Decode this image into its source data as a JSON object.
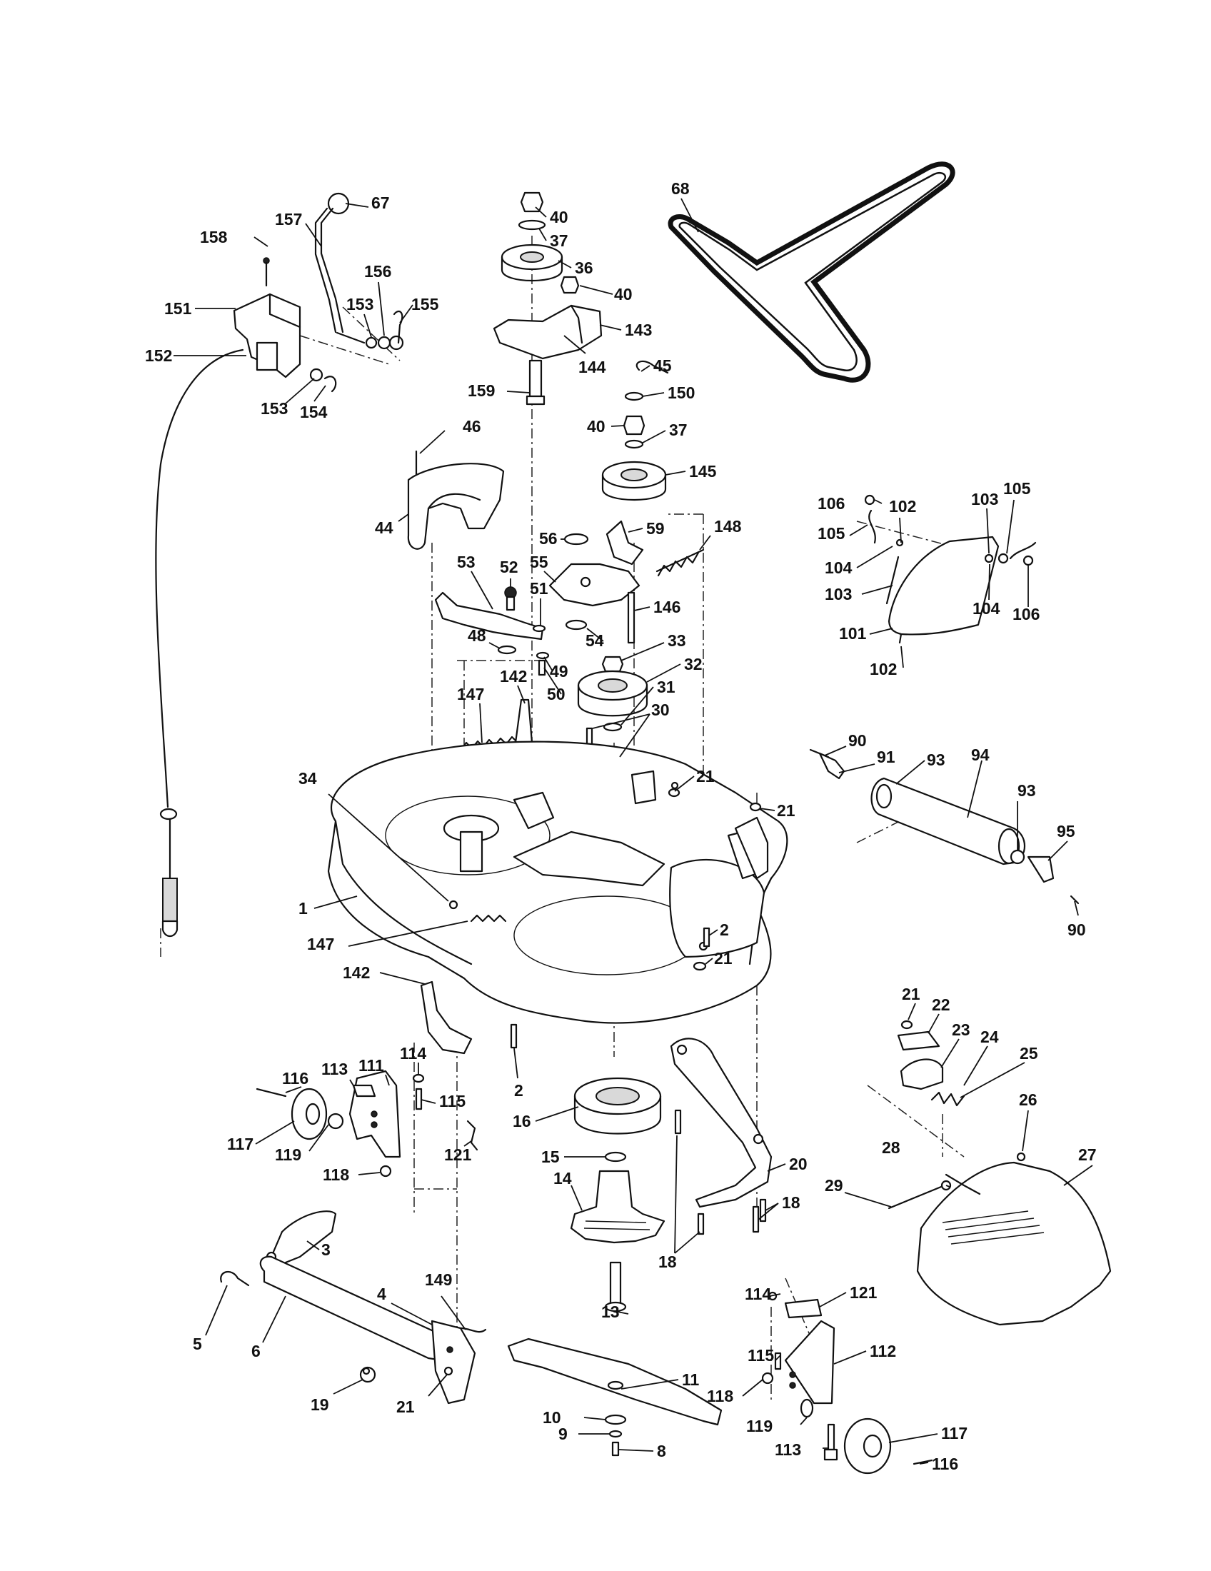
{
  "colors": {
    "ink": "#111111",
    "paper": "#ffffff",
    "shade": "#d9d9d9"
  },
  "callouts": [
    {
      "id": "c67",
      "label": "67"
    },
    {
      "id": "c157",
      "label": "157"
    },
    {
      "id": "c158",
      "label": "158"
    },
    {
      "id": "c151",
      "label": "151"
    },
    {
      "id": "c156",
      "label": "156"
    },
    {
      "id": "c153a",
      "label": "153"
    },
    {
      "id": "c155",
      "label": "155"
    },
    {
      "id": "c152",
      "label": "152"
    },
    {
      "id": "c153b",
      "label": "153"
    },
    {
      "id": "c154",
      "label": "154"
    },
    {
      "id": "c40a",
      "label": "40"
    },
    {
      "id": "c37a",
      "label": "37"
    },
    {
      "id": "c36",
      "label": "36"
    },
    {
      "id": "c40b",
      "label": "40"
    },
    {
      "id": "c143",
      "label": "143"
    },
    {
      "id": "c144",
      "label": "144"
    },
    {
      "id": "c159",
      "label": "159"
    },
    {
      "id": "c68",
      "label": "68"
    },
    {
      "id": "c45",
      "label": "45"
    },
    {
      "id": "c150",
      "label": "150"
    },
    {
      "id": "c40c",
      "label": "40"
    },
    {
      "id": "c37b",
      "label": "37"
    },
    {
      "id": "c145",
      "label": "145"
    },
    {
      "id": "c46",
      "label": "46"
    },
    {
      "id": "c44",
      "label": "44"
    },
    {
      "id": "c56",
      "label": "56"
    },
    {
      "id": "c59",
      "label": "59"
    },
    {
      "id": "c148",
      "label": "148"
    },
    {
      "id": "c53",
      "label": "53"
    },
    {
      "id": "c52",
      "label": "52"
    },
    {
      "id": "c55",
      "label": "55"
    },
    {
      "id": "c51",
      "label": "51"
    },
    {
      "id": "c146",
      "label": "146"
    },
    {
      "id": "c54",
      "label": "54"
    },
    {
      "id": "c48",
      "label": "48"
    },
    {
      "id": "c33",
      "label": "33"
    },
    {
      "id": "c49",
      "label": "49"
    },
    {
      "id": "c32",
      "label": "32"
    },
    {
      "id": "c50",
      "label": "50"
    },
    {
      "id": "c31",
      "label": "31"
    },
    {
      "id": "c147a",
      "label": "147"
    },
    {
      "id": "c142a",
      "label": "142"
    },
    {
      "id": "c30",
      "label": "30"
    },
    {
      "id": "c106a",
      "label": "106"
    },
    {
      "id": "c102a",
      "label": "102"
    },
    {
      "id": "c103a",
      "label": "103"
    },
    {
      "id": "c105a",
      "label": "105"
    },
    {
      "id": "c105b",
      "label": "105"
    },
    {
      "id": "c104a",
      "label": "104"
    },
    {
      "id": "c103b",
      "label": "103"
    },
    {
      "id": "c104b",
      "label": "104"
    },
    {
      "id": "c106b",
      "label": "106"
    },
    {
      "id": "c101",
      "label": "101"
    },
    {
      "id": "c102b",
      "label": "102"
    },
    {
      "id": "c90a",
      "label": "90"
    },
    {
      "id": "c91",
      "label": "91"
    },
    {
      "id": "c93a",
      "label": "93"
    },
    {
      "id": "c94",
      "label": "94"
    },
    {
      "id": "c93b",
      "label": "93"
    },
    {
      "id": "c95",
      "label": "95"
    },
    {
      "id": "c90b",
      "label": "90"
    },
    {
      "id": "c34",
      "label": "34"
    },
    {
      "id": "c21a",
      "label": "21"
    },
    {
      "id": "c21b",
      "label": "21"
    },
    {
      "id": "c1",
      "label": "1"
    },
    {
      "id": "c147b",
      "label": "147"
    },
    {
      "id": "c2a",
      "label": "2"
    },
    {
      "id": "c21c",
      "label": "21"
    },
    {
      "id": "c142b",
      "label": "142"
    },
    {
      "id": "c21d",
      "label": "21"
    },
    {
      "id": "c22",
      "label": "22"
    },
    {
      "id": "c23",
      "label": "23"
    },
    {
      "id": "c24",
      "label": "24"
    },
    {
      "id": "c25",
      "label": "25"
    },
    {
      "id": "c26",
      "label": "26"
    },
    {
      "id": "c116a",
      "label": "116"
    },
    {
      "id": "c113a",
      "label": "113"
    },
    {
      "id": "c111",
      "label": "111"
    },
    {
      "id": "c114a",
      "label": "114"
    },
    {
      "id": "c115a",
      "label": "115"
    },
    {
      "id": "c2b",
      "label": "2"
    },
    {
      "id": "c16",
      "label": "16"
    },
    {
      "id": "c117a",
      "label": "117"
    },
    {
      "id": "c119a",
      "label": "119"
    },
    {
      "id": "c121a",
      "label": "121"
    },
    {
      "id": "c118a",
      "label": "118"
    },
    {
      "id": "c15",
      "label": "15"
    },
    {
      "id": "c14",
      "label": "14"
    },
    {
      "id": "c20",
      "label": "20"
    },
    {
      "id": "c28",
      "label": "28"
    },
    {
      "id": "c27",
      "label": "27"
    },
    {
      "id": "c29",
      "label": "29"
    },
    {
      "id": "c18a",
      "label": "18"
    },
    {
      "id": "c18b",
      "label": "18"
    },
    {
      "id": "c3",
      "label": "3"
    },
    {
      "id": "c149",
      "label": "149"
    },
    {
      "id": "c4",
      "label": "4"
    },
    {
      "id": "c5",
      "label": "5"
    },
    {
      "id": "c6",
      "label": "6"
    },
    {
      "id": "c13",
      "label": "13"
    },
    {
      "id": "c114b",
      "label": "114"
    },
    {
      "id": "c121b",
      "label": "121"
    },
    {
      "id": "c112",
      "label": "112"
    },
    {
      "id": "c115b",
      "label": "115"
    },
    {
      "id": "c11",
      "label": "11"
    },
    {
      "id": "c19",
      "label": "19"
    },
    {
      "id": "c21e",
      "label": "21"
    },
    {
      "id": "c118b",
      "label": "118"
    },
    {
      "id": "c10",
      "label": "10"
    },
    {
      "id": "c119b",
      "label": "119"
    },
    {
      "id": "c117b",
      "label": "117"
    },
    {
      "id": "c9",
      "label": "9"
    },
    {
      "id": "c8",
      "label": "8"
    },
    {
      "id": "c113b",
      "label": "113"
    },
    {
      "id": "c116b",
      "label": "116"
    }
  ]
}
